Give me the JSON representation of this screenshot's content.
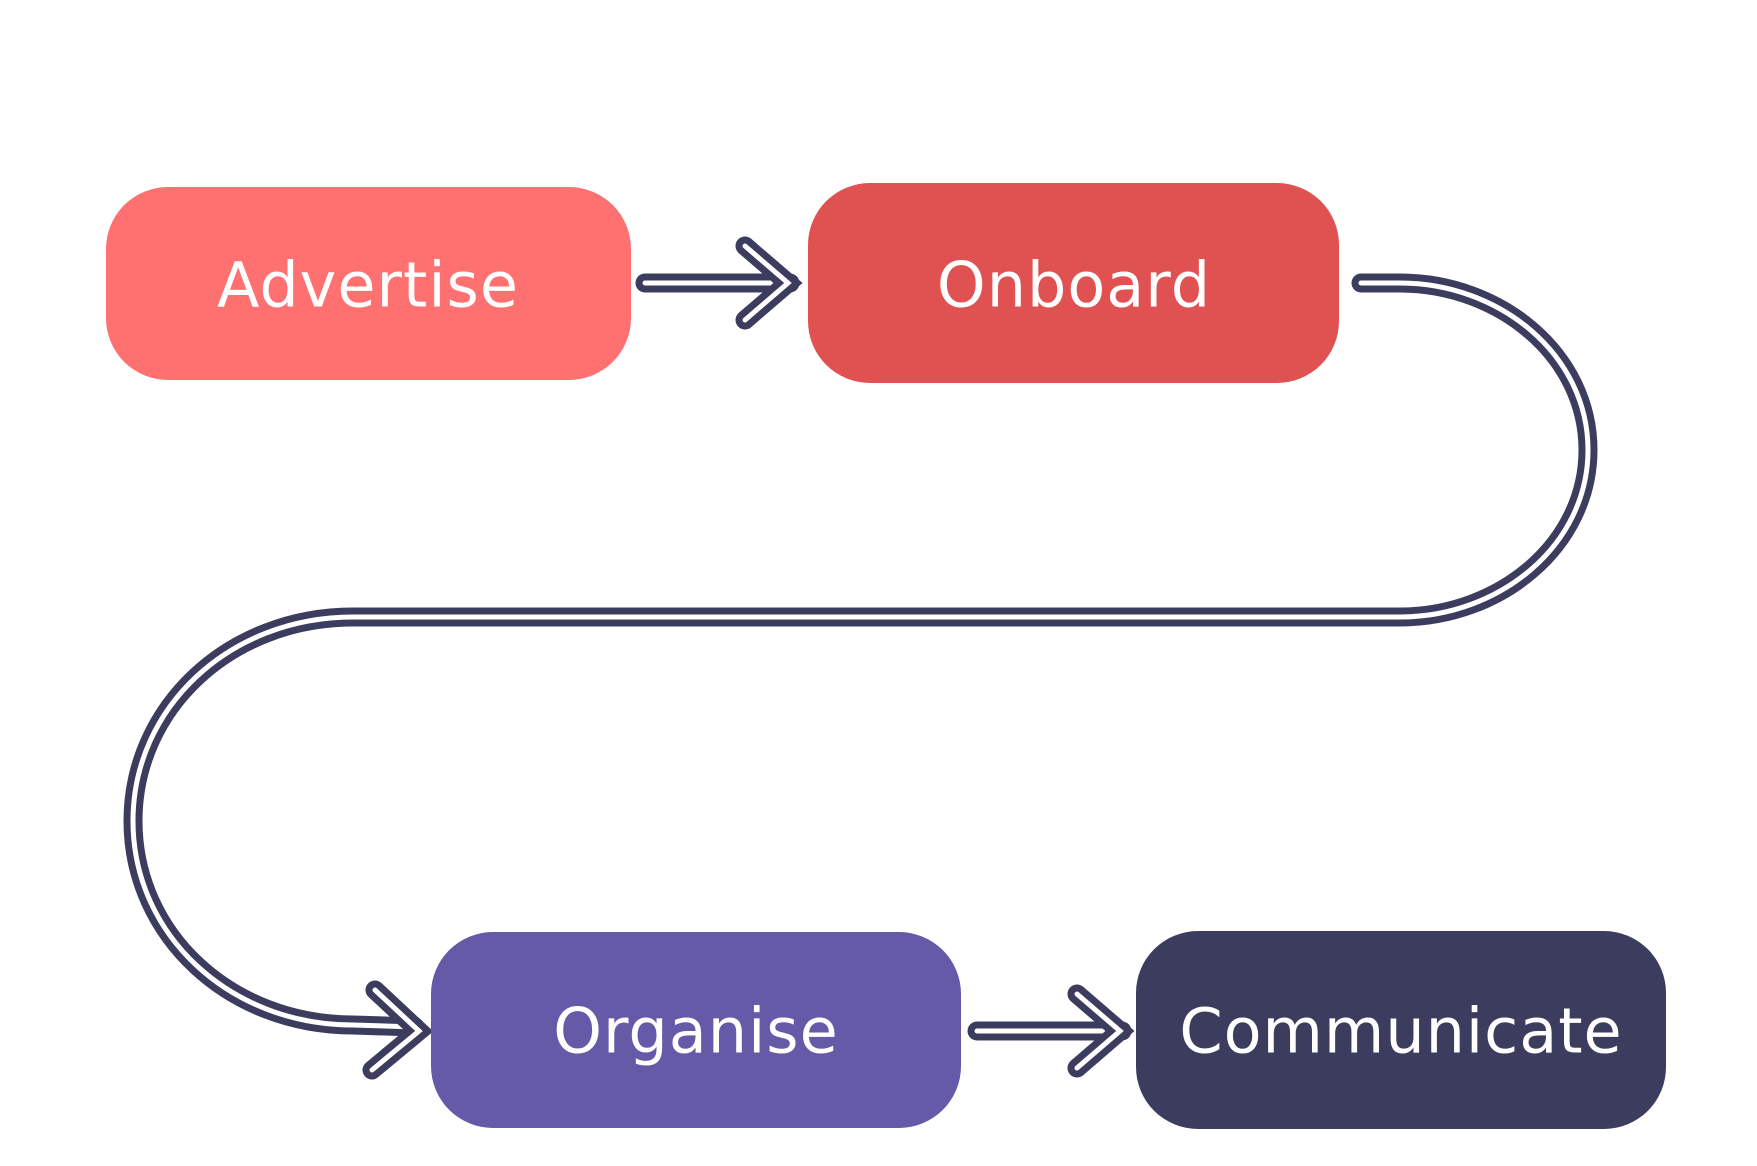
{
  "diagram": {
    "nodes": [
      {
        "id": "advertise",
        "label": "Advertise",
        "color": "#FF7070"
      },
      {
        "id": "onboard",
        "label": "Onboard",
        "color": "#E05252"
      },
      {
        "id": "organise",
        "label": "Organise",
        "color": "#655AA8"
      },
      {
        "id": "communicate",
        "label": "Communicate",
        "color": "#3C3D5E"
      }
    ],
    "edges": [
      {
        "from": "advertise",
        "to": "onboard"
      },
      {
        "from": "onboard",
        "to": "organise"
      },
      {
        "from": "organise",
        "to": "communicate"
      }
    ],
    "connector_color": "#3C3D5E"
  }
}
